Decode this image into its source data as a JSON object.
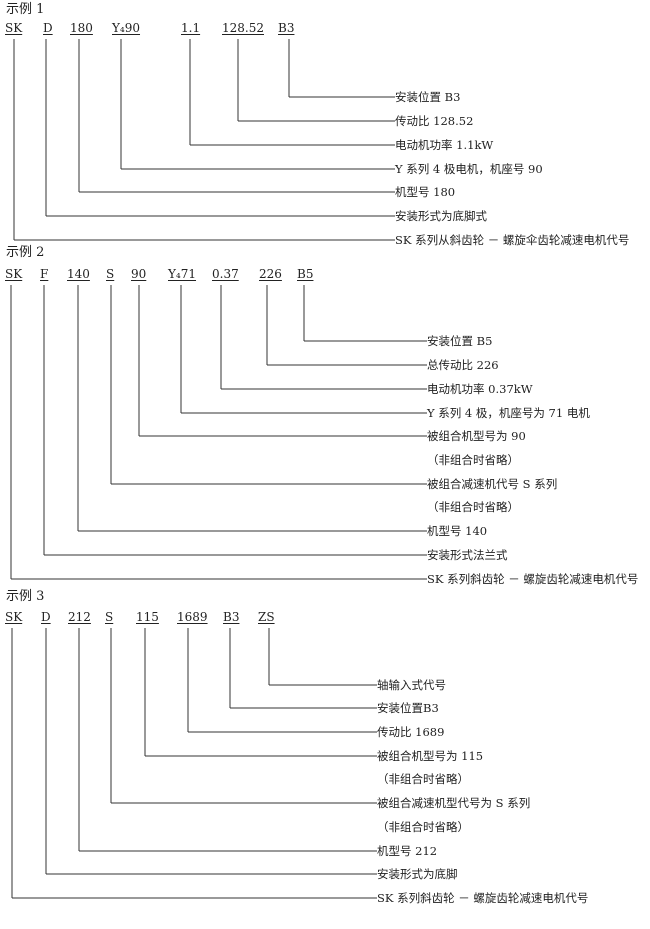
{
  "examples": [
    {
      "title": "示例 1",
      "codes": [
        "SK",
        "D",
        "180",
        "Y₄90",
        "1.1",
        "128.52",
        "B3"
      ],
      "descriptions": [
        "安装位置 B3",
        "传动比 128.52",
        "电动机功率 1.1kW",
        "Y 系列 4 极电机，机座号 90",
        "机型号 180",
        "安装形式为底脚式",
        "SK 系列从斜齿轮 － 螺旋伞齿轮减速电机代号"
      ]
    },
    {
      "title": "示例 2",
      "codes": [
        "SK",
        "F",
        "140",
        "S",
        "90",
        "Y₄71",
        "0.37",
        "226",
        "B5"
      ],
      "descriptions": [
        "安装位置 B5",
        "总传动比 226",
        "电动机功率 0.37kW",
        "Y 系列 4 极，机座号为 71 电机",
        "被组合机型号为 90",
        "（非组合时省略）",
        "被组合减速机代号 S 系列",
        "（非组合时省略）",
        "机型号 140",
        "安装形式法兰式",
        "SK 系列斜齿轮 － 螺旋齿轮减速电机代号"
      ]
    },
    {
      "title": "示例 3",
      "codes": [
        "SK",
        "D",
        "212",
        "S",
        "115",
        "1689",
        "B3",
        "ZS"
      ],
      "descriptions": [
        "轴输入式代号",
        "安装位置B3",
        "传动比 1689",
        "被组合机型号为 115",
        "（非组合时省略）",
        "被组合减速机型代号为 S 系列",
        "（非组合时省略）",
        "机型号 212",
        "安装形式为底脚",
        "SK 系列斜齿轮 － 螺旋齿轮减速电机代号"
      ]
    }
  ]
}
